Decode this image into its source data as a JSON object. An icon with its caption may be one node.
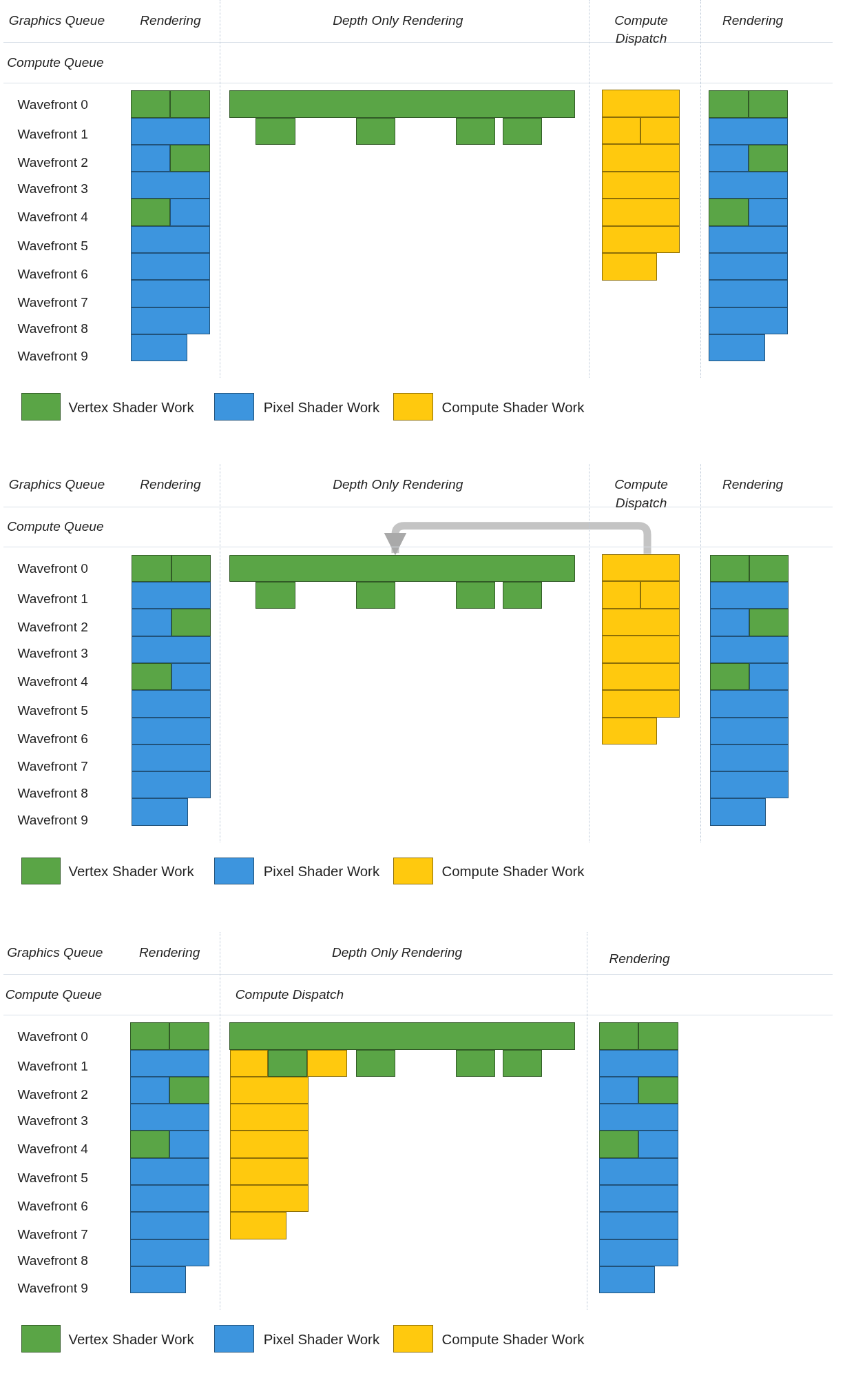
{
  "diagram": {
    "nodes": [
      {
        "text": [],
        "shape": "box"
      },
      {
        "text": [],
        "shape": "bar"
      }
    ],
    "edges": [
      {
        "from": 0,
        "to": 1,
        "arrow": "to"
      }
    ],
    "labels": [
      "Graphics Queue",
      "Rendering",
      "Depth Only Rendering",
      "Compute Dispatch",
      "Rendering",
      "Compute Queue",
      "Wavefront 0",
      "Wavefront 1",
      "Wavefront 2",
      "Wavefront 3",
      "Wavefront 4",
      "Wavefront 5",
      "Wavefront 6",
      "Wavefront 7",
      "Wavefront 8",
      "Wavefront 9",
      "Graphics Queue",
      "Rendering",
      "Depth Only Rendering",
      "Compute Dispatch",
      "Rendering",
      "Compute Queue",
      "Wavefront 0",
      "Wavefront 1",
      "Wavefront 2",
      "Wavefront 3",
      "Wavefront 4",
      "Wavefront 5",
      "Wavefront 6",
      "Wavefront 7",
      "Wavefront 8",
      "Wavefront 9",
      "Graphics Queue",
      "Rendering",
      "Depth Only Rendering",
      "Rendering",
      "Compute Queue",
      "Compute Dispatch",
      "Wavefront 0",
      "Wavefront 1",
      "Wavefront 2",
      "Wavefront 3",
      "Wavefront 4",
      "Wavefront 5",
      "Wavefront 6",
      "Wavefront 7",
      "Wavefront 8",
      "Wavefront 9"
    ],
    "legend": [
      {
        "text": "Vertex Shader Work",
        "color": "#5aa546"
      },
      {
        "text": "Pixel Shader Work",
        "color": "#3d95de"
      },
      {
        "text": "Compute Shader Work",
        "color": "#ffc90e"
      },
      {
        "text": "Vertex Shader Work",
        "color": "#5aa546"
      },
      {
        "text": "Pixel Shader Work",
        "color": "#3d95de"
      },
      {
        "text": "Compute Shader Work",
        "color": "#ffc90e"
      },
      {
        "text": "Vertex Shader Work",
        "color": "#5aa546"
      },
      {
        "text": "Pixel Shader Work",
        "color": "#3d95de"
      },
      {
        "text": "Compute Shader Work",
        "color": "#ffc90e"
      }
    ]
  }
}
